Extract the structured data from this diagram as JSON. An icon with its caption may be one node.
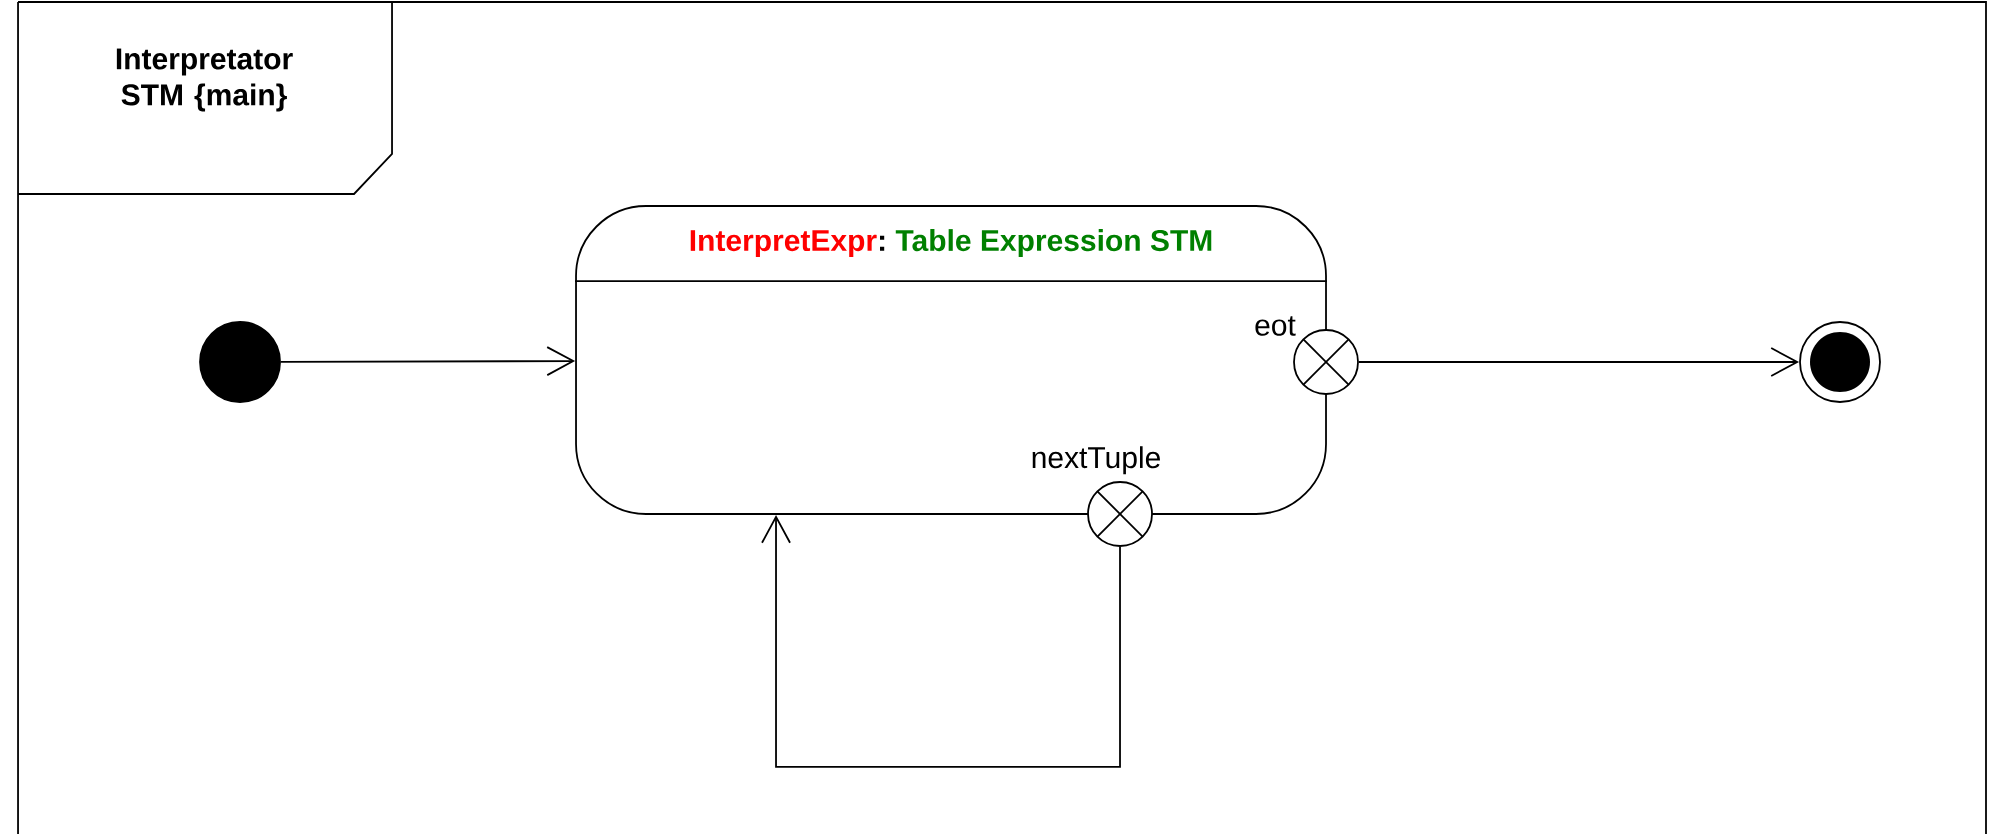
{
  "diagram": {
    "nodes": [
      {
        "text": [
          "Interpretator STM {main}"
        ]
      },
      {
        "text": [],
        "shape": "circle",
        "in": 0
      },
      {
        "text": [
          "InterpretExpr",
          ":",
          "Table Expression STM"
        ],
        "in": 0
      },
      {
        "text": [],
        "shape": "circle",
        "beside": [
          "eot"
        ],
        "in": 0
      },
      {
        "text": [],
        "shape": "circle",
        "beside": [
          "nextTuple"
        ],
        "in": 0
      },
      {
        "text": [],
        "shape": "circle",
        "in": 0
      }
    ],
    "edges": [
      {
        "from": 1,
        "to": 2,
        "arrow": "to"
      },
      {
        "from": 3,
        "to": 5,
        "arrow": "to"
      },
      {
        "from": 4,
        "to": 2,
        "arrow": "to"
      }
    ]
  }
}
